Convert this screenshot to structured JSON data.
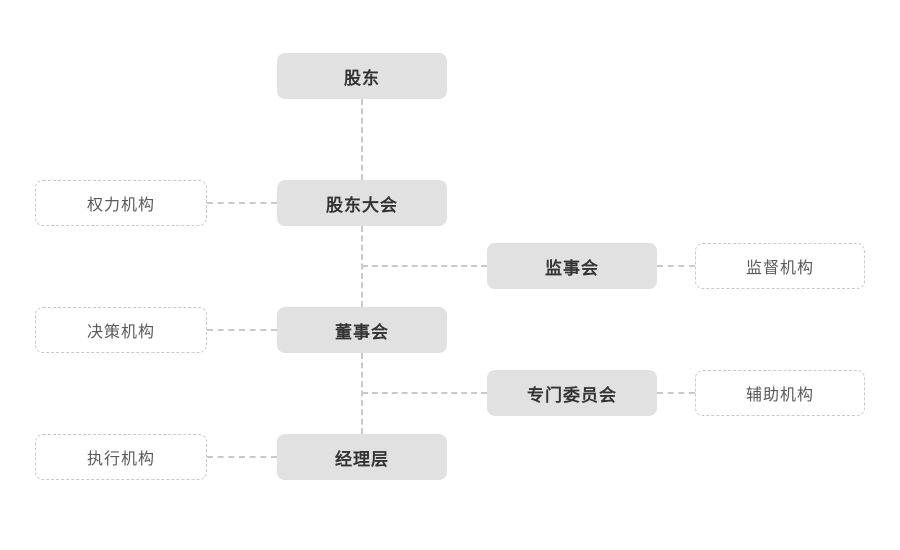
{
  "diagram": {
    "type": "org-chart",
    "colors": {
      "node_fill": "#e1e1e1",
      "node_text": "#333333",
      "role_text": "#595959",
      "dash": "#c9c9c9",
      "background": "#ffffff"
    },
    "main_nodes": [
      {
        "id": "shareholders",
        "label": "股东"
      },
      {
        "id": "shareholders-meeting",
        "label": "股东大会"
      },
      {
        "id": "supervisory-board",
        "label": "监事会"
      },
      {
        "id": "board-of-directors",
        "label": "董事会"
      },
      {
        "id": "special-committees",
        "label": "专门委员会"
      },
      {
        "id": "management-level",
        "label": "经理层"
      }
    ],
    "role_labels": [
      {
        "id": "power-organ",
        "label": "权力机构",
        "for": "股东大会"
      },
      {
        "id": "supervisory-organ",
        "label": "监督机构",
        "for": "监事会"
      },
      {
        "id": "decision-organ",
        "label": "决策机构",
        "for": "董事会"
      },
      {
        "id": "auxiliary-organ",
        "label": "辅助机构",
        "for": "专门委员会"
      },
      {
        "id": "executive-organ",
        "label": "执行机构",
        "for": "经理层"
      }
    ],
    "edges": [
      {
        "from": "股东",
        "to": "股东大会",
        "style": "dashed"
      },
      {
        "from": "股东大会",
        "to": "董事会",
        "style": "dashed"
      },
      {
        "from": "股东大会",
        "to": "监事会",
        "style": "dashed"
      },
      {
        "from": "董事会",
        "to": "经理层",
        "style": "dashed"
      },
      {
        "from": "董事会",
        "to": "专门委员会",
        "style": "dashed"
      },
      {
        "from": "权力机构",
        "to": "股东大会",
        "style": "dashed"
      },
      {
        "from": "监事会",
        "to": "监督机构",
        "style": "dashed"
      },
      {
        "from": "决策机构",
        "to": "董事会",
        "style": "dashed"
      },
      {
        "from": "专门委员会",
        "to": "辅助机构",
        "style": "dashed"
      },
      {
        "from": "执行机构",
        "to": "经理层",
        "style": "dashed"
      }
    ]
  }
}
